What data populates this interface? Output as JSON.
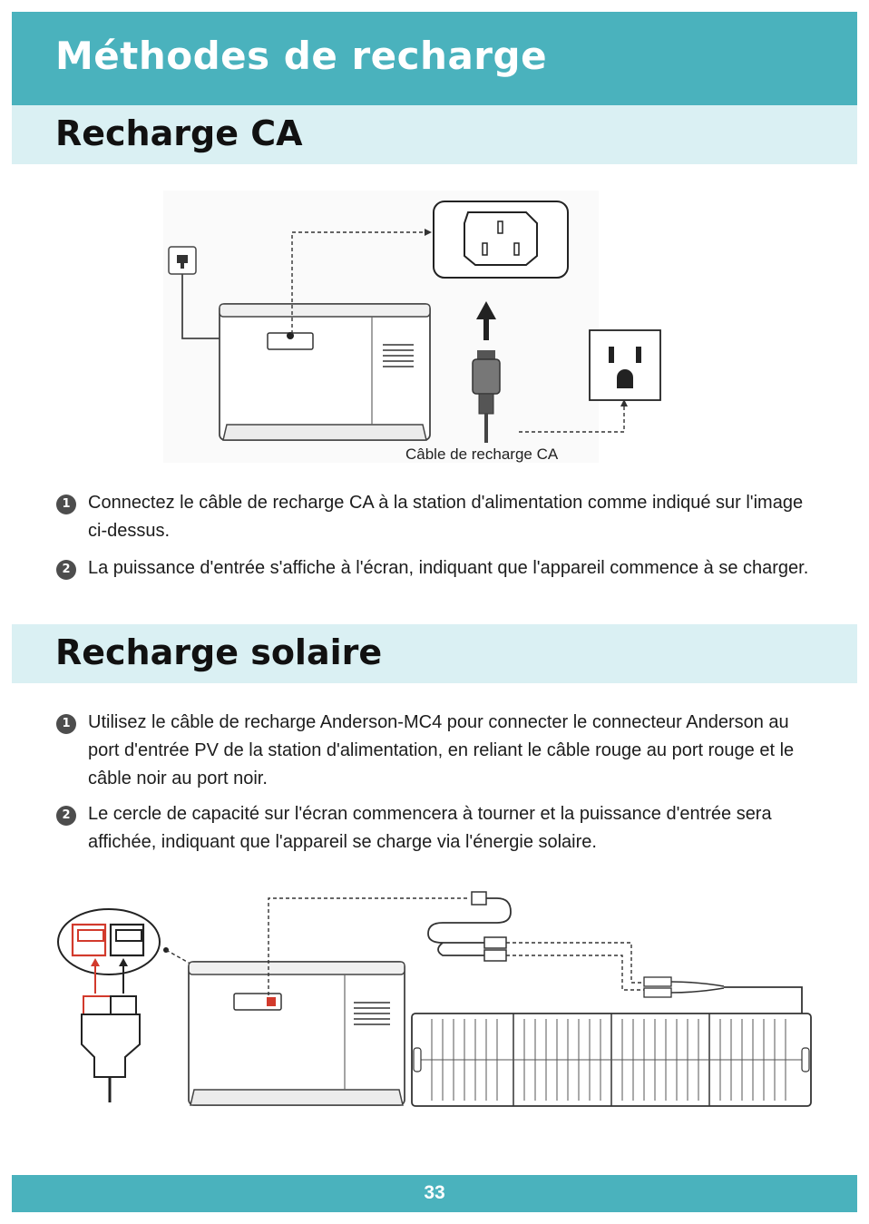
{
  "header": {
    "title": "Méthodes de recharge"
  },
  "ac": {
    "heading": "Recharge CA",
    "caption": "Câble de recharge CA",
    "steps": [
      {
        "num": "1",
        "text": "Connectez le câble de recharge CA à la station d'alimentation comme indiqué sur l'image ci-dessus."
      },
      {
        "num": "2",
        "text": "La puissance d'entrée s'affiche à l'écran, indiquant que l'appareil commence à se charger."
      }
    ]
  },
  "solar": {
    "heading": "Recharge solaire",
    "steps": [
      {
        "num": "1",
        "text": "Utilisez le câble de recharge Anderson-MC4 pour connecter le connecteur Anderson au port d'entrée PV de la station d'alimentation, en reliant le câble rouge au port rouge et le câble noir au port noir."
      },
      {
        "num": "2",
        "text": "Le cercle de capacité sur l'écran commencera à tourner et la puissance d'entrée sera affichée, indiquant que l'appareil se charge via l'énergie solaire."
      }
    ]
  },
  "footer": {
    "page_number": "33"
  },
  "colors": {
    "accent": "#4ab2bd",
    "section_bg": "#daf0f3",
    "red_port": "#d23a2c"
  }
}
